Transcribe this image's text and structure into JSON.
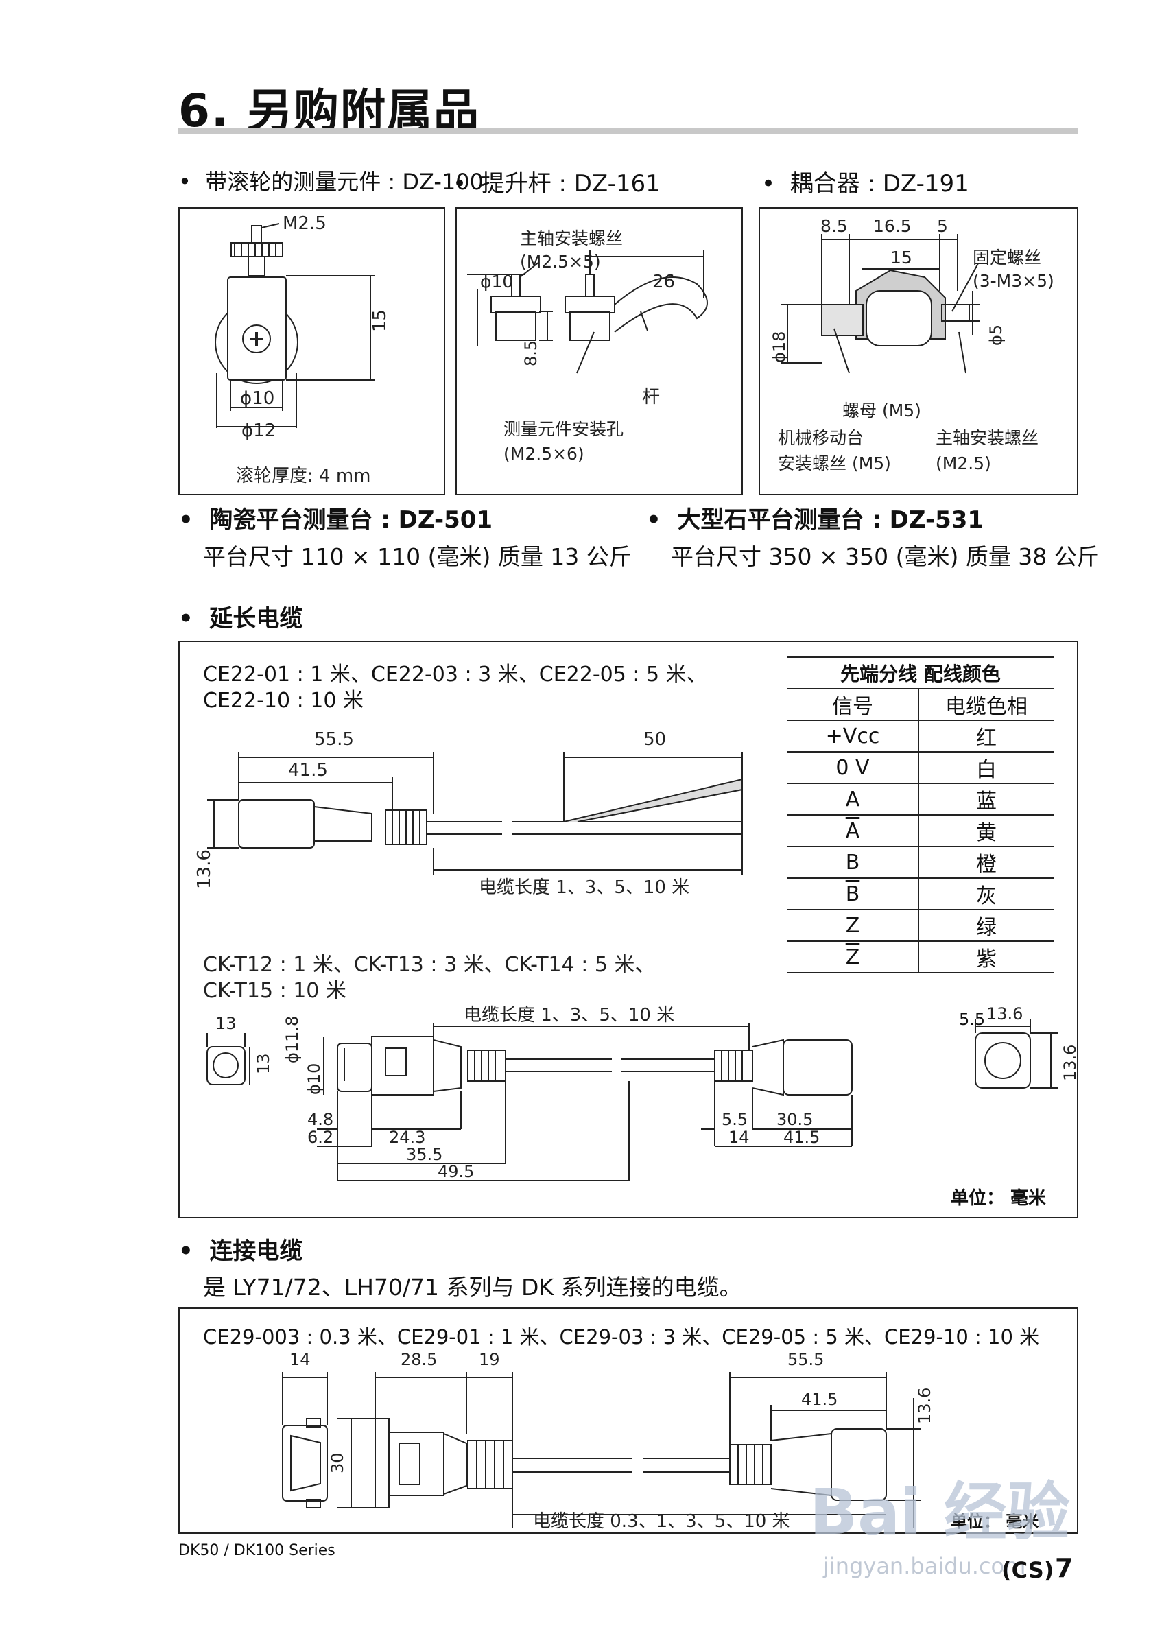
{
  "header": {
    "title": "6.  另购附属品"
  },
  "accessories": {
    "dz100": {
      "label": "带滚轮的测量元件 : DZ-100"
    },
    "dz161": {
      "label": "提升杆 : DZ-161"
    },
    "dz191": {
      "label": "耦合器 : DZ-191"
    },
    "dz501": {
      "label": "陶瓷平台测量台 : DZ-501",
      "desc": "平台尺寸 110 × 110 (毫米) 质量 13 公斤"
    },
    "dz531": {
      "label": "大型石平台测量台 : DZ-531",
      "desc": "平台尺寸 350 × 350 (毫米) 质量 38 公斤"
    }
  },
  "fig_dz100": {
    "m25": "M2.5",
    "d15": "15",
    "phi10": "ϕ10",
    "phi12": "ϕ12",
    "thickness": "滚轮厚度: 4 mm"
  },
  "fig_dz161": {
    "screw": "主轴安装螺丝",
    "screw_spec": "(M2.5×5)",
    "phi10": "ϕ10",
    "d26": "26",
    "d85": "8.5",
    "rod": "杆",
    "hole": "测量元件安装孔",
    "hole_spec": "(M2.5×6)"
  },
  "fig_dz191": {
    "d85": "8.5",
    "d165": "16.5",
    "d5": "5",
    "d15": "15",
    "fix": "固定螺丝",
    "fix_spec": "(3-M3×5)",
    "phi18": "ϕ18",
    "phi5": "ϕ5",
    "nut": "螺母 (M5)",
    "stage1": "机械移动台",
    "stage2": "安装螺丝 (M5)",
    "spindle": "主轴安装螺丝",
    "spindle_spec": "(M2.5)"
  },
  "ext_cable": {
    "heading": "延长电缆",
    "ce22_line1": "CE22-01 : 1 米、CE22-03 : 3 米、CE22-05 : 5 米、",
    "ce22_line2": "CE22-10 : 10 米",
    "d555": "55.5",
    "d415": "41.5",
    "d50": "50",
    "d136": "13.6",
    "cable_len": "电缆长度 1、3、5、10 米",
    "ckt_line1": "CK-T12 : 1 米、CK-T13 : 3 米、CK-T14 : 5 米、",
    "ckt_line2": "CK-T15 : 10 米",
    "k13": "13",
    "k118": "ϕ11.8",
    "kphi10": "ϕ10",
    "k13v": "13",
    "k48": "4.8",
    "k62": "6.2",
    "k243": "24.3",
    "k355": "35.5",
    "k495": "49.5",
    "k55a": "5.5",
    "k305": "30.5",
    "k55b": "5.5",
    "k14": "14",
    "k415": "41.5",
    "k136": "13.6",
    "k136v": "13.6",
    "unit": "单位： 毫米",
    "table": {
      "title": "先端分线 配线颜色",
      "col_signal": "信号",
      "col_color": "电缆色相",
      "rows": [
        {
          "signal": "+Vcc",
          "color": "红"
        },
        {
          "signal": "0 V",
          "color": "白"
        },
        {
          "signal": "A",
          "color": "蓝"
        },
        {
          "signal": "A",
          "color": "黄",
          "bar": true
        },
        {
          "signal": "B",
          "color": "橙"
        },
        {
          "signal": "B",
          "color": "灰",
          "bar": true
        },
        {
          "signal": "Z",
          "color": "绿"
        },
        {
          "signal": "Z",
          "color": "紫",
          "bar": true
        }
      ]
    }
  },
  "conn_cable": {
    "heading": "连接电缆",
    "desc": "是 LY71/72、LH70/71 系列与 DK 系列连接的电缆。",
    "models": "CE29-003 : 0.3 米、CE29-01 : 1 米、CE29-03 : 3 米、CE29-05 : 5 米、CE29-10 : 10 米",
    "d14": "14",
    "d285": "28.5",
    "d19": "19",
    "d555": "55.5",
    "d415": "41.5",
    "d136": "13.6",
    "d30": "30",
    "cable_len": "电缆长度 0.3、1、3、5、10 米",
    "unit": "单位： 毫米"
  },
  "footer": {
    "series": "DK50 / DK100 Series",
    "lang": "(CS)",
    "page": "7"
  },
  "watermark": {
    "brand": "Bai 经验",
    "url": "jingyan.baidu.com"
  }
}
